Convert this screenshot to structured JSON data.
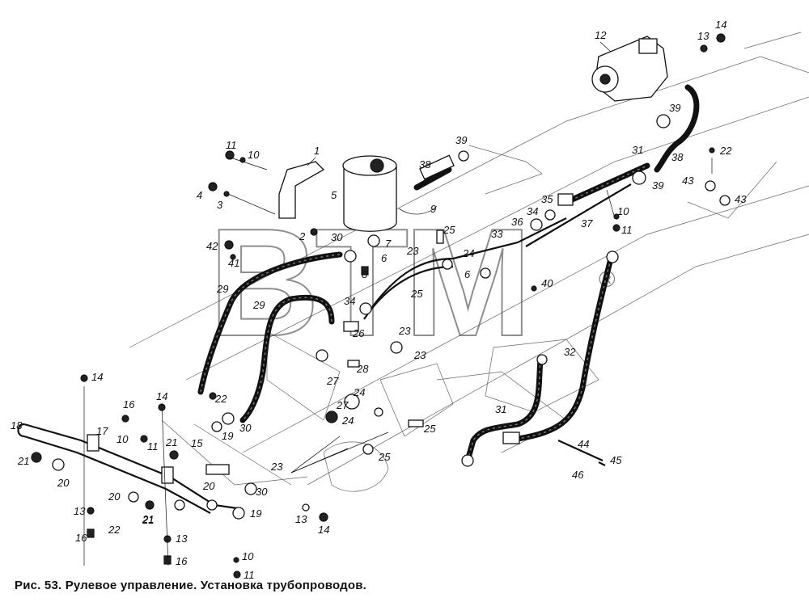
{
  "caption": "Рис. 53. Рулевое управление. Установка трубопроводов.",
  "watermark": "BTM",
  "watermark_mark": "®",
  "callouts": [
    {
      "id": "c12",
      "text": "12"
    },
    {
      "id": "c13a",
      "text": "13"
    },
    {
      "id": "c14a",
      "text": "14"
    },
    {
      "id": "c1",
      "text": "1"
    },
    {
      "id": "c11a",
      "text": "11"
    },
    {
      "id": "c10a",
      "text": "10"
    },
    {
      "id": "c39a",
      "text": "39"
    },
    {
      "id": "c38a",
      "text": "38"
    },
    {
      "id": "c5",
      "text": "5"
    },
    {
      "id": "c4",
      "text": "4"
    },
    {
      "id": "c3",
      "text": "3"
    },
    {
      "id": "c9",
      "text": "9"
    },
    {
      "id": "c2",
      "text": "2"
    },
    {
      "id": "c30a",
      "text": "30"
    },
    {
      "id": "c7",
      "text": "7"
    },
    {
      "id": "c42",
      "text": "42"
    },
    {
      "id": "c41",
      "text": "41"
    },
    {
      "id": "c6a",
      "text": "6"
    },
    {
      "id": "c8",
      "text": "8"
    },
    {
      "id": "c25a",
      "text": "25"
    },
    {
      "id": "c23a",
      "text": "23"
    },
    {
      "id": "c24a",
      "text": "24"
    },
    {
      "id": "c6b",
      "text": "6"
    },
    {
      "id": "c33",
      "text": "33"
    },
    {
      "id": "c36",
      "text": "36"
    },
    {
      "id": "c34a",
      "text": "34"
    },
    {
      "id": "c35",
      "text": "35"
    },
    {
      "id": "c31a",
      "text": "31"
    },
    {
      "id": "c38b",
      "text": "38"
    },
    {
      "id": "c39b",
      "text": "39"
    },
    {
      "id": "c39c",
      "text": "39"
    },
    {
      "id": "c22a",
      "text": "22"
    },
    {
      "id": "c43a",
      "text": "43"
    },
    {
      "id": "c43b",
      "text": "43"
    },
    {
      "id": "c37",
      "text": "37"
    },
    {
      "id": "c10b",
      "text": "10"
    },
    {
      "id": "c11b",
      "text": "11"
    },
    {
      "id": "c40",
      "text": "40"
    },
    {
      "id": "c29a",
      "text": "29"
    },
    {
      "id": "c29b",
      "text": "29"
    },
    {
      "id": "c25b",
      "text": "25"
    },
    {
      "id": "c34b",
      "text": "34"
    },
    {
      "id": "c26",
      "text": "26"
    },
    {
      "id": "c23b",
      "text": "23"
    },
    {
      "id": "c23c",
      "text": "23"
    },
    {
      "id": "c28",
      "text": "28"
    },
    {
      "id": "c27a",
      "text": "27"
    },
    {
      "id": "c27b",
      "text": "27"
    },
    {
      "id": "c24b",
      "text": "24"
    },
    {
      "id": "c24c",
      "text": "24"
    },
    {
      "id": "c25c",
      "text": "25"
    },
    {
      "id": "c25d",
      "text": "25"
    },
    {
      "id": "c23d",
      "text": "23"
    },
    {
      "id": "c32",
      "text": "32"
    },
    {
      "id": "c31b",
      "text": "31"
    },
    {
      "id": "c44",
      "text": "44"
    },
    {
      "id": "c45",
      "text": "45"
    },
    {
      "id": "c46",
      "text": "46"
    },
    {
      "id": "c14b",
      "text": "14"
    },
    {
      "id": "c14c",
      "text": "14"
    },
    {
      "id": "c16a",
      "text": "16"
    },
    {
      "id": "c22b",
      "text": "22"
    },
    {
      "id": "c18",
      "text": "18"
    },
    {
      "id": "c17",
      "text": "17"
    },
    {
      "id": "c10c",
      "text": "10"
    },
    {
      "id": "c11c",
      "text": "11"
    },
    {
      "id": "c21a",
      "text": "21"
    },
    {
      "id": "c15",
      "text": "15"
    },
    {
      "id": "c19a",
      "text": "19"
    },
    {
      "id": "c30b",
      "text": "30"
    },
    {
      "id": "c21b",
      "text": "21"
    },
    {
      "id": "c20a",
      "text": "20"
    },
    {
      "id": "c20b",
      "text": "20"
    },
    {
      "id": "c30c",
      "text": "30"
    },
    {
      "id": "c20c",
      "text": "20"
    },
    {
      "id": "c21c",
      "text": "21"
    },
    {
      "id": "c13b",
      "text": "13"
    },
    {
      "id": "c22c",
      "text": "22"
    },
    {
      "id": "c21d",
      "text": "21"
    },
    {
      "id": "c19b",
      "text": "19"
    },
    {
      "id": "c13c",
      "text": "13"
    },
    {
      "id": "c14d",
      "text": "14"
    },
    {
      "id": "c16b",
      "text": "16"
    },
    {
      "id": "c13d",
      "text": "13"
    },
    {
      "id": "c16c",
      "text": "16"
    },
    {
      "id": "c10d",
      "text": "10"
    },
    {
      "id": "c11d",
      "text": "11"
    }
  ]
}
